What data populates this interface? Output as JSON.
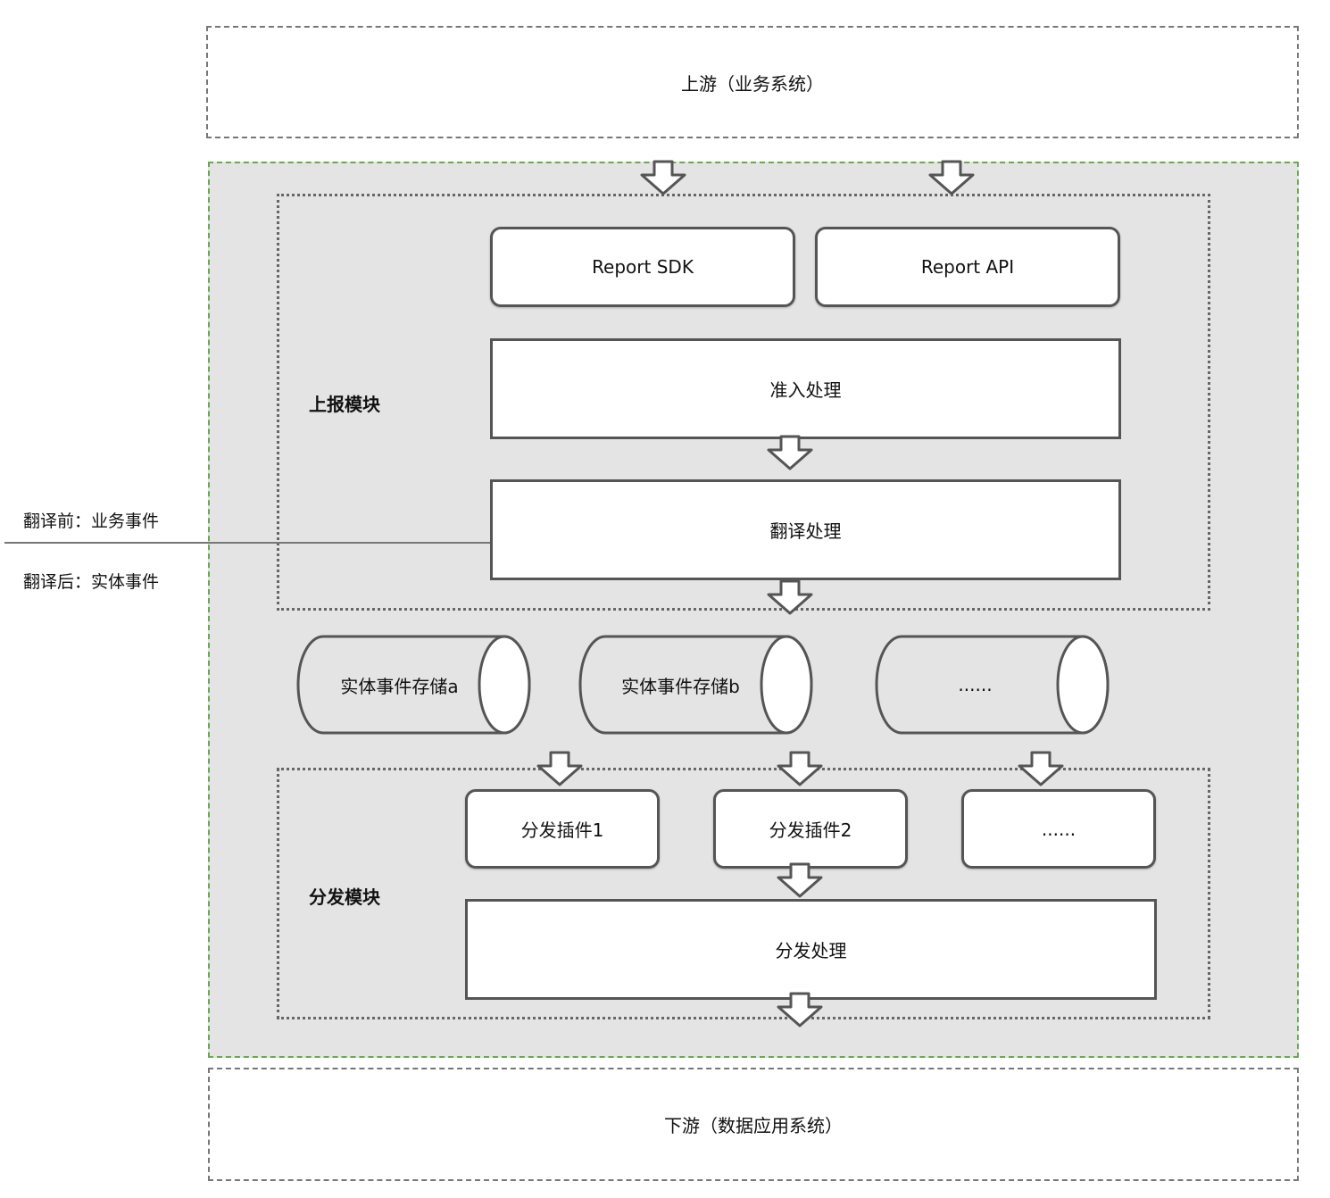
{
  "upstream": {
    "label": "上游（业务系统）"
  },
  "downstream": {
    "label": "下游（数据应用系统）"
  },
  "report_module": {
    "label": "上报模块",
    "sdk": "Report SDK",
    "api": "Report API",
    "admission": "准入处理",
    "translation": "翻译处理"
  },
  "storage": {
    "items": [
      "实体事件存储a",
      "实体事件存储b",
      "......"
    ]
  },
  "dispatch_module": {
    "label": "分发模块",
    "plugins": [
      "分发插件1",
      "分发插件2",
      "......"
    ],
    "processing": "分发处理"
  },
  "annotations": {
    "before": "翻译前：业务事件",
    "after": "翻译后：实体事件"
  },
  "colors": {
    "outline": "#555555",
    "dashed": "#777777",
    "green_dashed": "#6aa84f",
    "platform_fill": "#e4e4e4"
  }
}
